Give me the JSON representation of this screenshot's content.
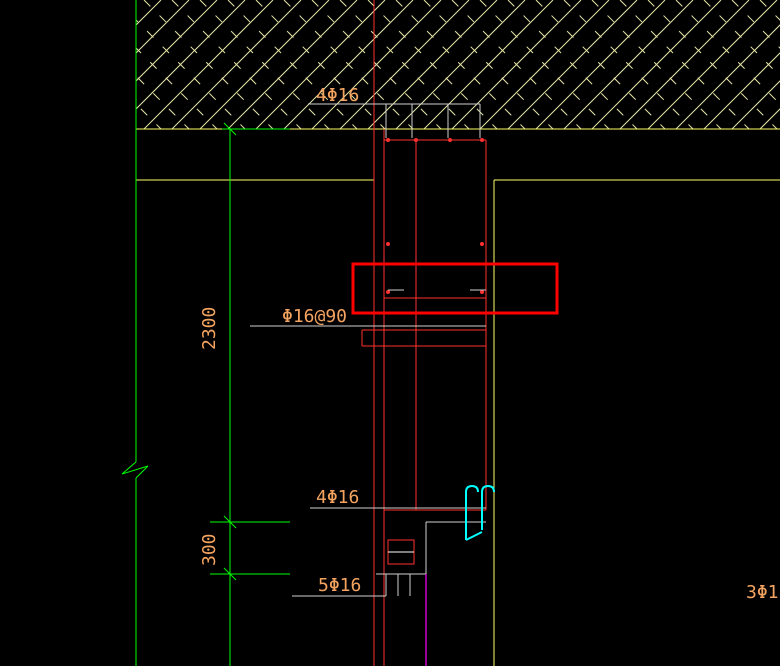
{
  "drawing": {
    "colors": {
      "background": "#000000",
      "hatch_line": "#e6e6a8",
      "slab_edge": "#ffff66",
      "grid_green": "#00ff00",
      "rebar_red": "#ff3030",
      "text_orange": "#f4a460",
      "highlight_red": "#ff0000",
      "column_magenta": "#ff00ff",
      "hook_cyan": "#00ffff",
      "leader_white": "#cfcfcf"
    },
    "labels": {
      "top_rebar": "4Φ16",
      "stirrup_spacing": "Φ16@90",
      "middle_rebar": "4Φ16",
      "bottom_rebar": "5Φ16",
      "right_partial": "3Φ1"
    },
    "dimensions": {
      "height_main": "2300",
      "height_ledge": "300"
    }
  }
}
